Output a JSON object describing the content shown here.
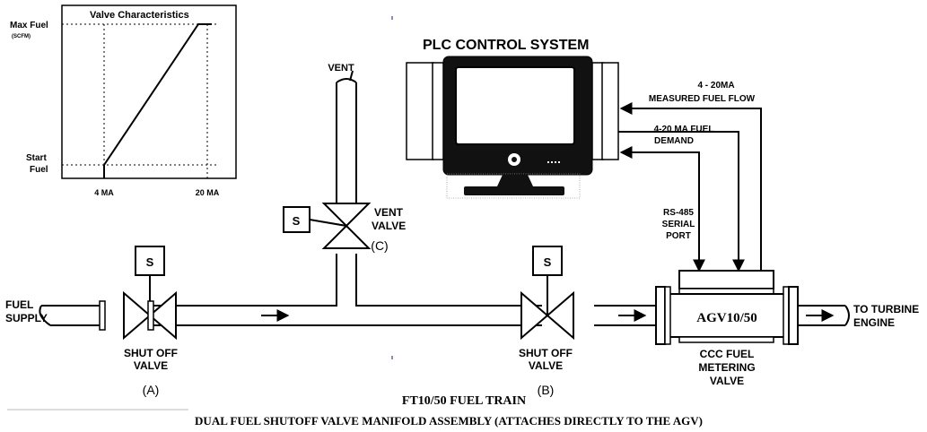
{
  "inset": {
    "title": "Valve Characteristics",
    "max_fuel": "Max Fuel",
    "max_fuel_unit": "(SCFM)",
    "start_fuel_1": "Start",
    "start_fuel_2": "Fuel",
    "x_tick_low": "4 MA",
    "x_tick_high": "20 MA"
  },
  "plc": {
    "title": "PLC CONTROL SYSTEM"
  },
  "signals": {
    "measured_1": "4 - 20MA",
    "measured_2": "MEASURED FUEL FLOW",
    "demand_1": "4-20 MA FUEL",
    "demand_2": "DEMAND",
    "serial_1": "RS-485",
    "serial_2": "SERIAL",
    "serial_3": "PORT"
  },
  "components": {
    "vent": "VENT",
    "vent_valve_1": "VENT",
    "vent_valve_2": "VALVE",
    "vent_valve_tag": "(C)",
    "solenoid": "S",
    "fuel_supply_1": "FUEL",
    "fuel_supply_2": "SUPPLY",
    "shutoff_a_1": "SHUT OFF",
    "shutoff_a_2": "VALVE",
    "shutoff_a_tag": "(A)",
    "shutoff_b_1": "SHUT OFF",
    "shutoff_b_2": "VALVE",
    "shutoff_b_tag": "(B)",
    "agv_model": "AGV10/50",
    "metering_1": "CCC FUEL",
    "metering_2": "METERING",
    "metering_3": "VALVE",
    "turbine_1": "TO TURBINE",
    "turbine_2": "ENGINE"
  },
  "caption": {
    "line1": "FT10/50 FUEL TRAIN",
    "line2": "DUAL FUEL SHUTOFF VALVE MANIFOLD ASSEMBLY (ATTACHES DIRECTLY TO THE AGV)"
  }
}
